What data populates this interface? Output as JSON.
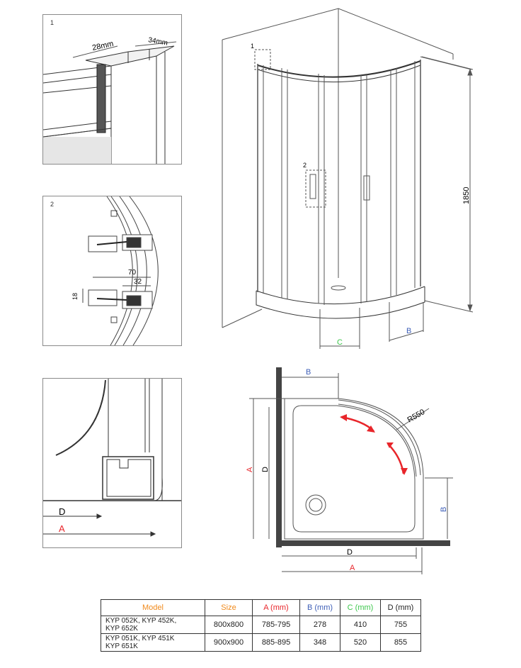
{
  "detail1": {
    "number": "1",
    "dim_width": "28mm",
    "dim_depth": "34mm"
  },
  "detail2": {
    "number": "2",
    "dim_70": "70",
    "dim_32": "32",
    "dim_18": "18"
  },
  "detail3": {
    "label_d": "D",
    "label_a": "A"
  },
  "iso": {
    "callout1": "1",
    "callout2": "2",
    "height": "1850",
    "label_c": "C",
    "label_b": "B"
  },
  "plan": {
    "label_b_top": "B",
    "label_radius": "R550",
    "label_a_left": "A",
    "label_d_left": "D",
    "label_b_right": "B",
    "label_d_bottom": "D",
    "label_a_bottom": "A"
  },
  "colors": {
    "orange": "#f08a1c",
    "red": "#e8252a",
    "blue": "#3e5fb7",
    "green": "#3cc64b"
  },
  "table": {
    "headers": [
      "Model",
      "Size",
      "A (mm)",
      "B (mm)",
      "C (mm)",
      "D (mm)"
    ],
    "rows": [
      {
        "model_line1": "KYP 052K, KYP 452K,",
        "model_line2": "KYP 652K",
        "size": "800x800",
        "a": "785-795",
        "b": "278",
        "c": "410",
        "d": "755"
      },
      {
        "model_line1": "KYP 051K, KYP 451K",
        "model_line2": "KYP 651K",
        "size": "900x900",
        "a": "885-895",
        "b": "348",
        "c": "520",
        "d": "855"
      }
    ]
  }
}
